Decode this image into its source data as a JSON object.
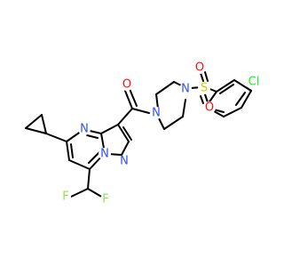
{
  "molecule": {
    "atom_labels": {
      "n_pyrimidine": "N",
      "n_bridge": "N",
      "n_pyrazole": "N",
      "o_carbonyl": "O",
      "n_piperazine_1": "N",
      "n_piperazine_2": "N",
      "s_sulfonyl": "S",
      "o_sulfonyl_top": "O",
      "o_sulfonyl_bottom": "O",
      "cl": "Cl",
      "f_left": "F",
      "f_right": "F"
    },
    "colors": {
      "carbon": "#000000",
      "nitrogen": "#3050F8",
      "oxygen": "#FF0D0D",
      "sulfur": "#CCCC00",
      "fluorine": "#90E050",
      "chlorine": "#1FF01F"
    }
  }
}
